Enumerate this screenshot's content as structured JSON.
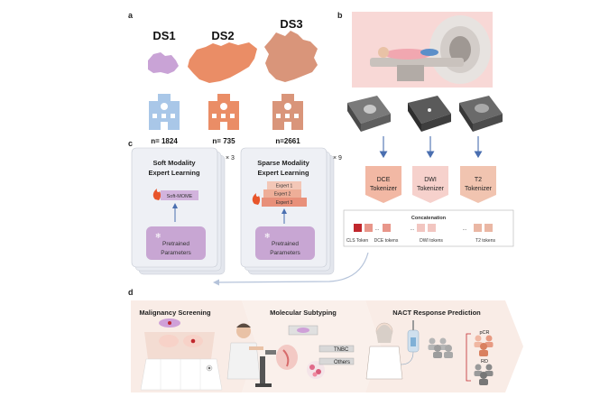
{
  "panels": {
    "a": "a",
    "b": "b",
    "c": "c",
    "d": "d"
  },
  "datasets": [
    {
      "name": "DS1",
      "count": "n= 1824",
      "color": "#c9a3d6"
    },
    {
      "name": "DS2",
      "count": "n= 735",
      "color": "#ea8d66"
    },
    {
      "name": "DS3",
      "count": "n=2661",
      "color": "#d9957a"
    }
  ],
  "tokenizers": [
    {
      "line1": "DCE",
      "line2": "Tokenizer",
      "color": "#f2b8a4"
    },
    {
      "line1": "DWI",
      "line2": "Tokenizer",
      "color": "#f6d1cc"
    },
    {
      "line1": "T2",
      "line2": "Tokenizer",
      "color": "#f1c4b0"
    }
  ],
  "concat": {
    "title": "Concatenation",
    "labels": [
      "CLS Token",
      "DCE tokens",
      "DWI tokens",
      "T2 tokens"
    ],
    "dots": "..."
  },
  "soft_block": {
    "repeat": "× 3",
    "title_line1": "Soft Modality",
    "title_line2": "Expert Learning",
    "module": "Soft-MOME",
    "pretrained_line1": "Pretrained",
    "pretrained_line2": "Parameters"
  },
  "sparse_block": {
    "repeat": "× 9",
    "title_line1": "Sparse Modality",
    "title_line2": "Expert Learning",
    "experts": [
      "Expert 1",
      "Expert 2",
      "Expert 3"
    ],
    "pretrained_line1": "Pretrained",
    "pretrained_line2": "Parameters"
  },
  "tasks": {
    "screening": "Malignancy Screening",
    "subtyping": "Molecular Subtyping",
    "subtype_a": "TNBC",
    "subtype_b": "Others",
    "nact": "NACT Response Prediction",
    "pcr": "pCR",
    "rd": "RD"
  },
  "colors": {
    "purple": "#c9a3d6",
    "orange": "#ea8d66",
    "terracotta": "#d9957a",
    "arrow_blue": "#4a6fb0",
    "card_bg": "#e9ecf2",
    "module_purple": "#d2b3dd",
    "expert_peach": "#e8a08c",
    "band": "#f9ece6"
  }
}
